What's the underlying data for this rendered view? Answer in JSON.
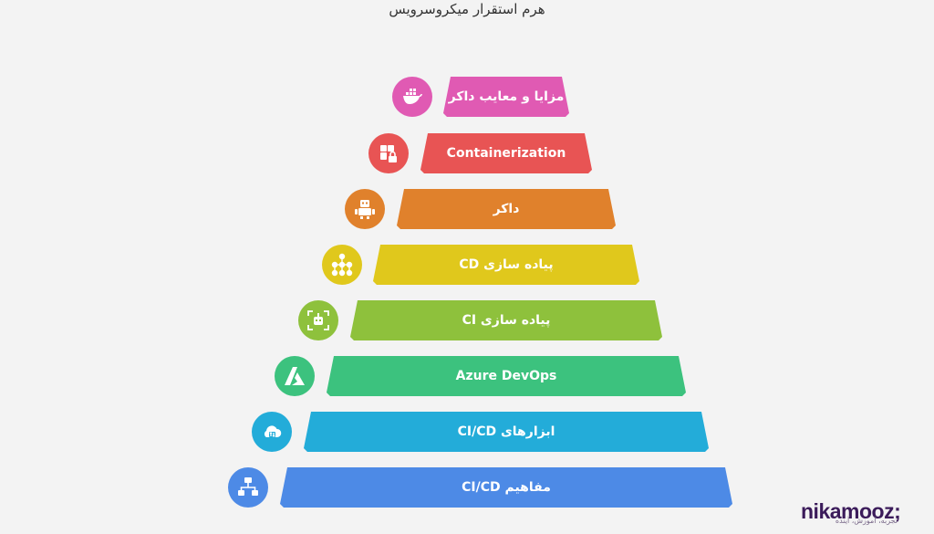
{
  "title": "هرم استقرار میکروسرویس",
  "tiers": [
    {
      "label": "مزایا و معایب داکر",
      "color": "#e05ab3",
      "icon": "docker-whale-icon"
    },
    {
      "label": "Containerization",
      "color": "#e85454",
      "icon": "container-lock-icon"
    },
    {
      "label": "داکر",
      "color": "#e0812c",
      "icon": "robot-icon"
    },
    {
      "label": "پیاده سازی CD",
      "color": "#e0c81c",
      "icon": "pipeline-nodes-icon"
    },
    {
      "label": "پیاده سازی CI",
      "color": "#8ec13c",
      "icon": "bot-scan-icon"
    },
    {
      "label": "Azure DevOps",
      "color": "#3cc27e",
      "icon": "azure-icon"
    },
    {
      "label": "ابزارهای CI/CD",
      "color": "#23acd9",
      "icon": "cloud-sync-icon"
    },
    {
      "label": "مفاهیم CI/CD",
      "color": "#4d8ae6",
      "icon": "flowchart-icon"
    }
  ],
  "brand": {
    "logo": "nikamooz;",
    "tagline": "تجربه، آموزش، آینده"
  }
}
